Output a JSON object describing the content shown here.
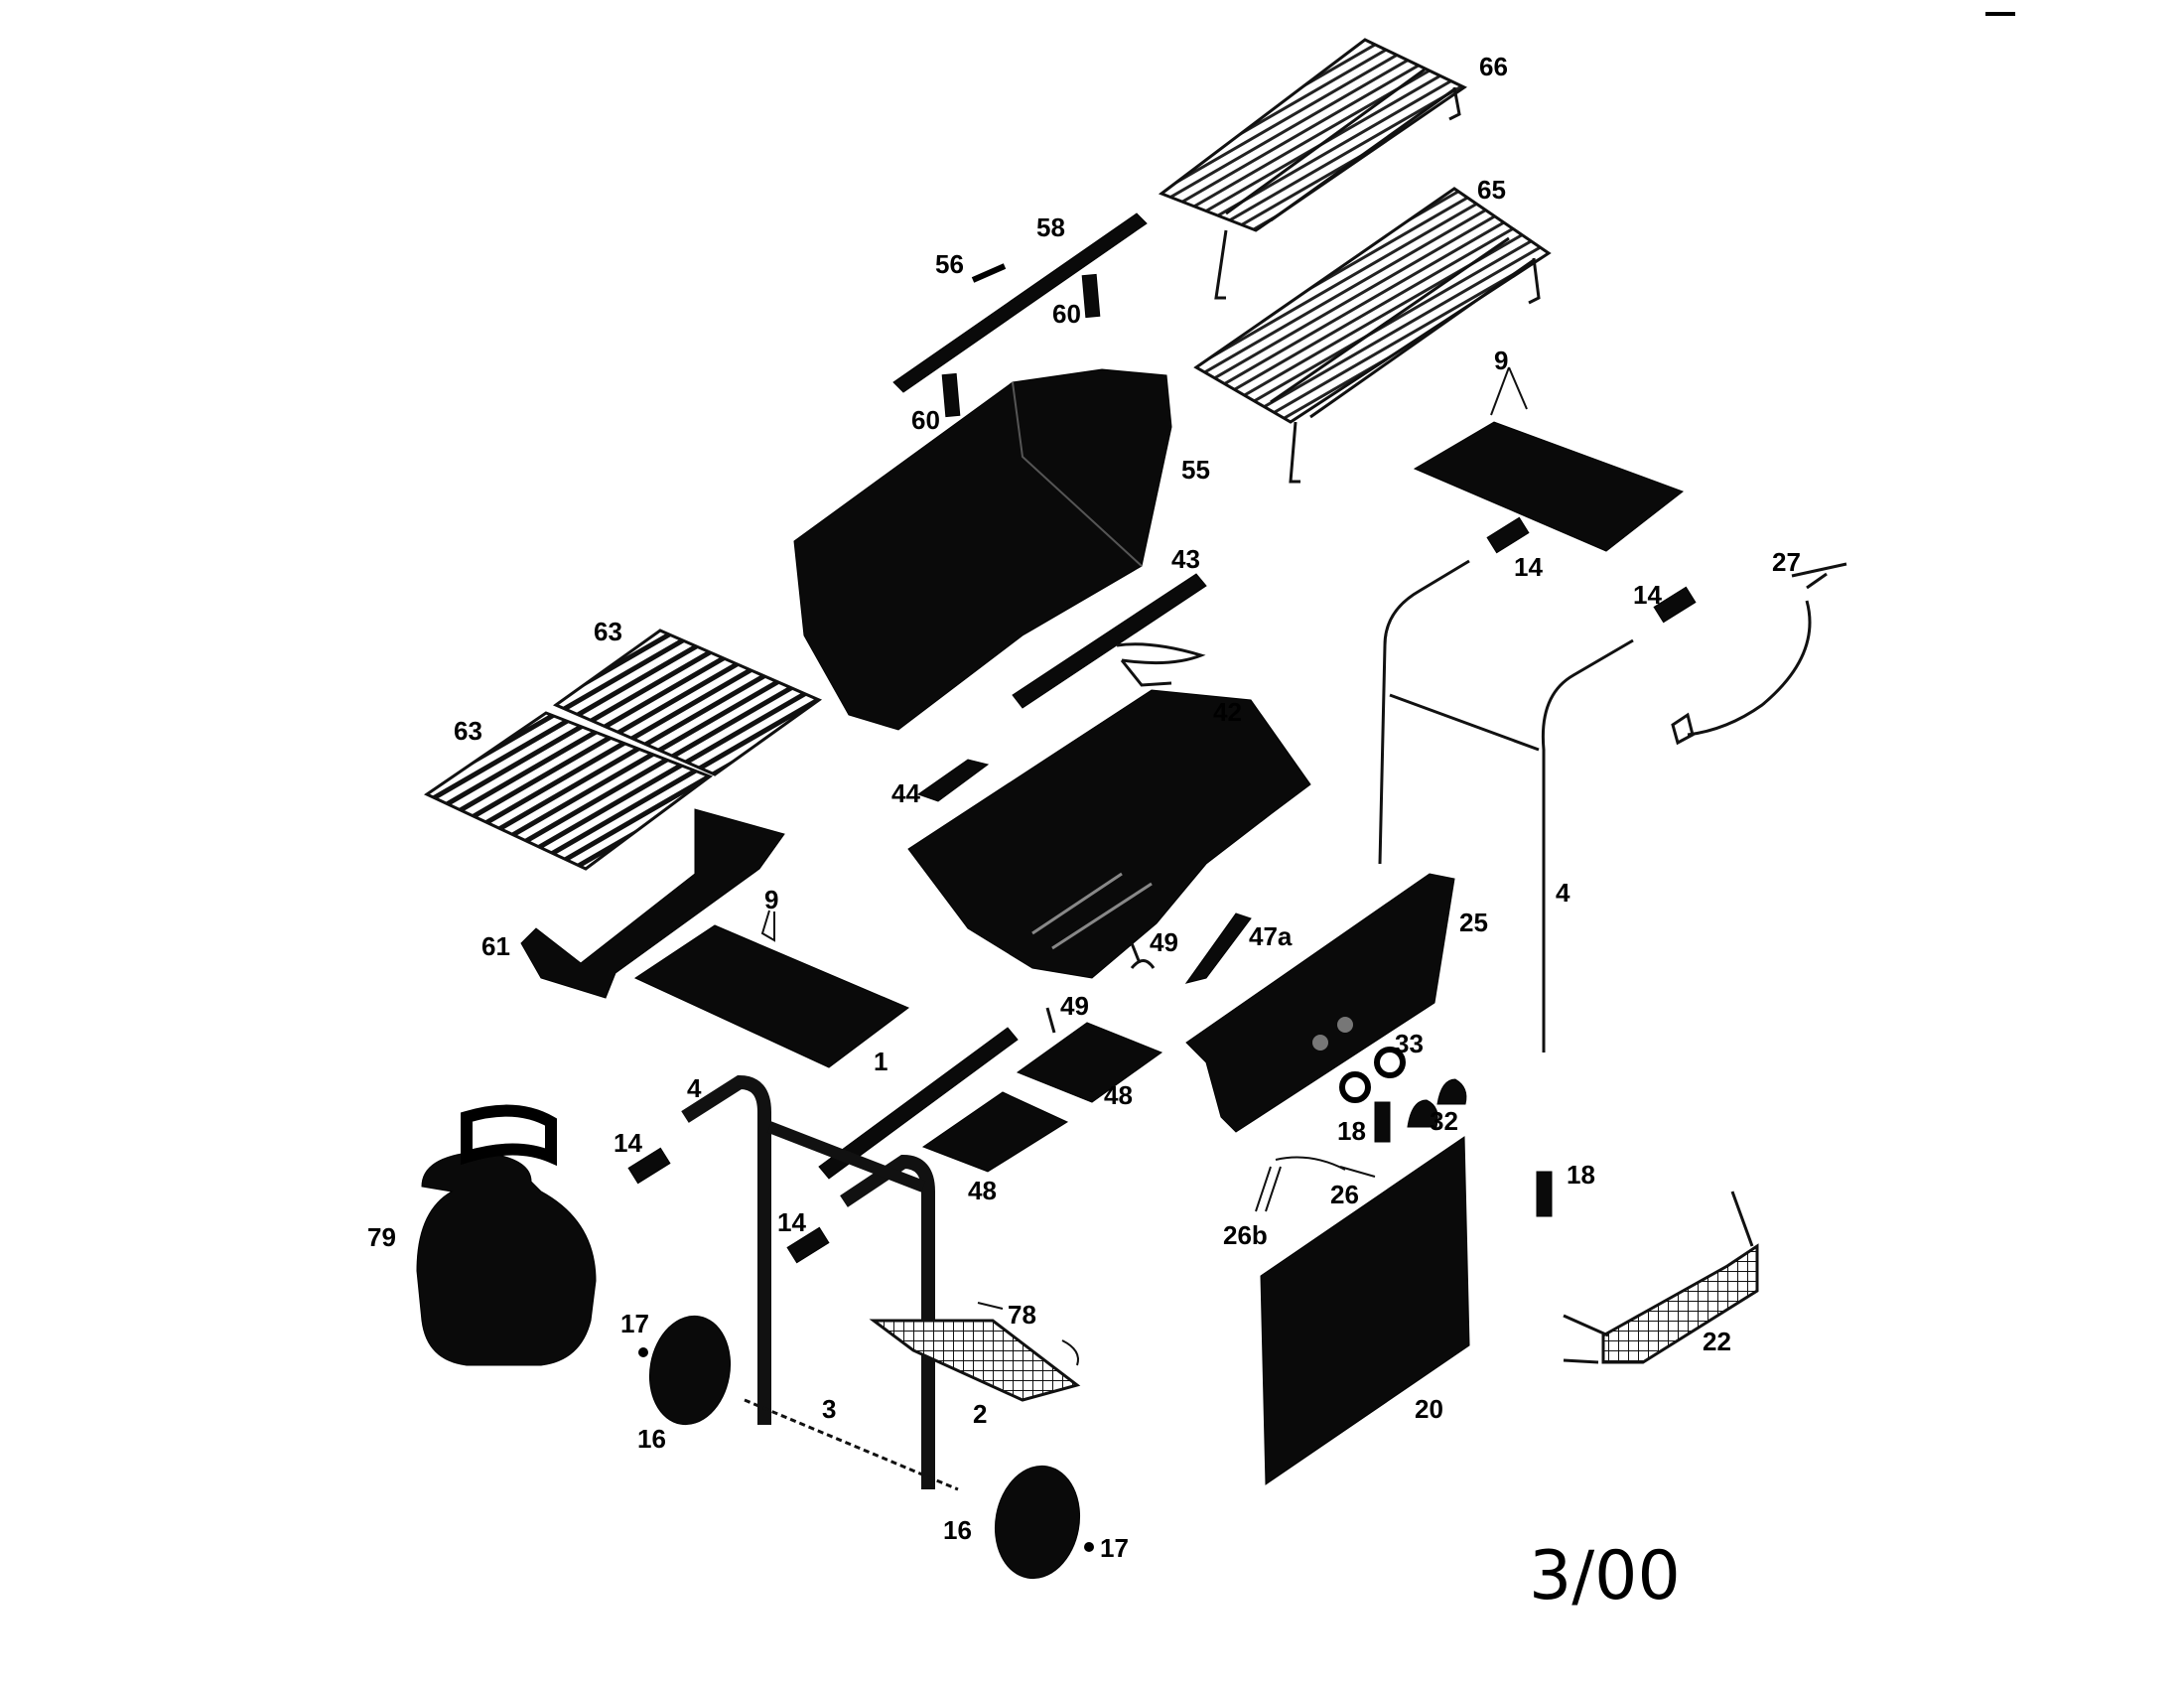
{
  "diagram": {
    "date_code": "3/00",
    "callouts": {
      "p66": "66",
      "p65": "65",
      "p58": "58",
      "p56": "56",
      "p60a": "60",
      "p60b": "60",
      "p55": "55",
      "p9a": "9",
      "p9b": "9",
      "p14a": "14",
      "p14b": "14",
      "p14c": "14",
      "p14d": "14",
      "p27": "27",
      "p43": "43",
      "p42": "42",
      "p63a": "63",
      "p63b": "63",
      "p44": "44",
      "p61": "61",
      "p4a": "4",
      "p4b": "4",
      "p25": "25",
      "p49a": "49",
      "p49b": "49",
      "p47a": "47a",
      "p1": "1",
      "p48a": "48",
      "p48b": "48",
      "p33": "33",
      "p32": "32",
      "p18a": "18",
      "p18b": "18",
      "p26": "26",
      "p26b": "26b",
      "p79": "79",
      "p17a": "17",
      "p17b": "17",
      "p16a": "16",
      "p16b": "16",
      "p78": "78",
      "p2": "2",
      "p3": "3",
      "p20": "20",
      "p22": "22"
    }
  }
}
